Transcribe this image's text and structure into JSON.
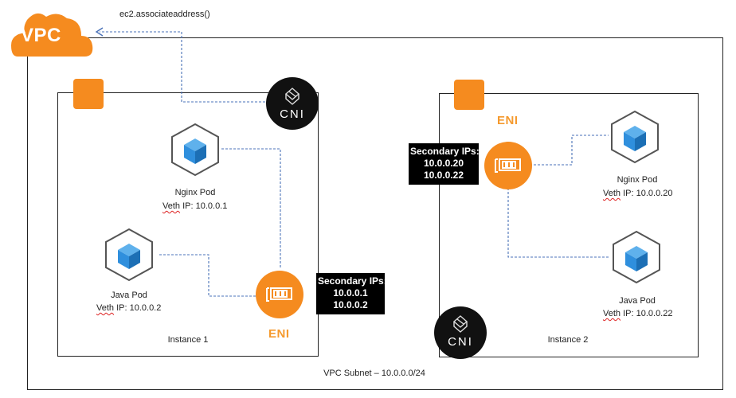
{
  "vpc": {
    "logo_text": "VPC",
    "api_call": "ec2.associateaddress()",
    "subnet_label": "VPC Subnet – 10.0.0.0/24"
  },
  "instance1": {
    "label": "Instance 1",
    "cni_label": "CNI",
    "eni_label": "ENI",
    "nginx_pod": {
      "name": "Nginx Pod",
      "veth_prefix": "Veth",
      "veth_ip": "IP: 10.0.0.1"
    },
    "java_pod": {
      "name": "Java Pod",
      "veth_prefix": "Veth",
      "veth_ip": "IP: 10.0.0.2"
    },
    "secondary_ips": {
      "title": "Secondary IPs:",
      "ips": [
        "10.0.0.1",
        "10.0.0.2"
      ]
    }
  },
  "instance2": {
    "label": "Instance 2",
    "cni_label": "CNI",
    "eni_label": "ENI",
    "nginx_pod": {
      "name": "Nginx Pod",
      "veth_prefix": "Veth",
      "veth_ip": "IP: 10.0.0.20"
    },
    "java_pod": {
      "name": "Java Pod",
      "veth_prefix": "Veth",
      "veth_ip": "IP: 10.0.0.22"
    },
    "secondary_ips": {
      "title": "Secondary IPs:",
      "ips": [
        "10.0.0.20",
        "10.0.0.22"
      ]
    }
  },
  "colors": {
    "aws_orange": "#F58B1F",
    "eni_text": "#F59A2E",
    "pod_blue": "#2F8FDD",
    "connector_blue": "#4A72B8"
  },
  "icons": {
    "vpc": "cloud-icon",
    "cni": "cni-logo-icon",
    "eni": "network-card-icon",
    "pod": "pod-cube-icon",
    "instance": "instance-square-icon"
  }
}
